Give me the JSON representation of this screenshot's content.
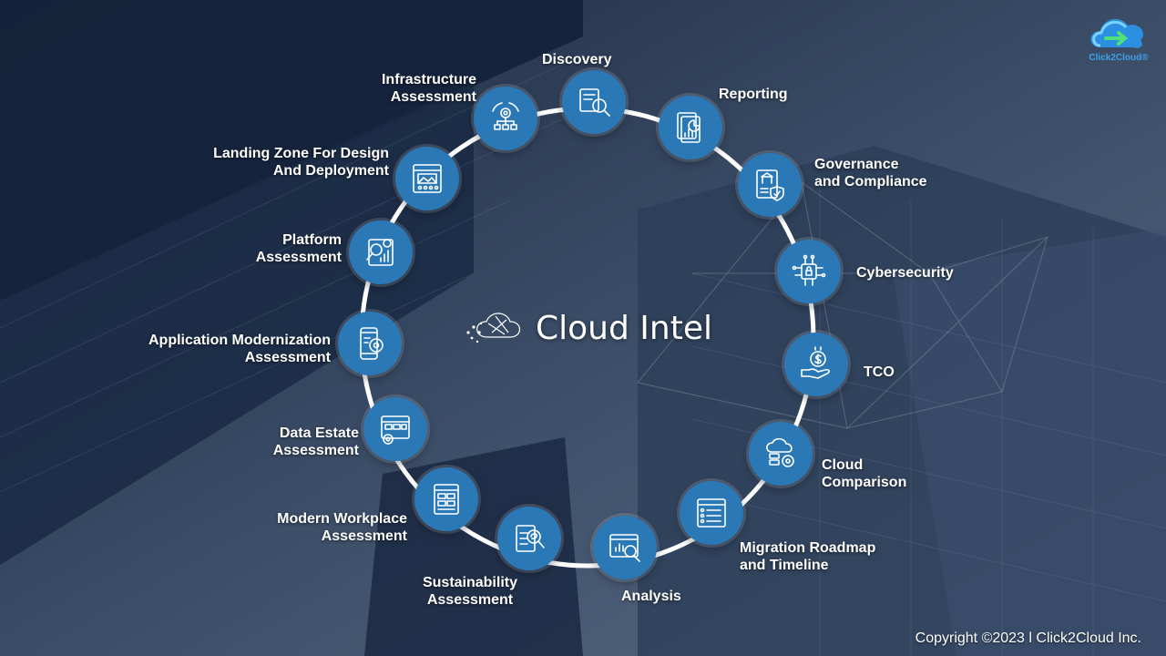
{
  "title": "Cloud Intel",
  "brand": "Click2Cloud®",
  "copyright": "Copyright ©2023 l Click2Cloud Inc.",
  "colors": {
    "node": "#2a78b5",
    "ring": "#ffffff",
    "background": "#2a3a52",
    "brand": "#3fa2e8"
  },
  "items": [
    {
      "lines": [
        "Discovery"
      ],
      "icon": "discovery-icon"
    },
    {
      "lines": [
        "Reporting"
      ],
      "icon": "reporting-icon"
    },
    {
      "lines": [
        "Governance",
        "and Compliance"
      ],
      "icon": "governance-icon"
    },
    {
      "lines": [
        "Cybersecurity"
      ],
      "icon": "cybersecurity-icon"
    },
    {
      "lines": [
        "TCO"
      ],
      "icon": "tco-icon"
    },
    {
      "lines": [
        "Cloud",
        "Comparison"
      ],
      "icon": "cloud-comparison-icon"
    },
    {
      "lines": [
        "Migration Roadmap",
        "and Timeline"
      ],
      "icon": "migration-roadmap-icon"
    },
    {
      "lines": [
        "Analysis"
      ],
      "icon": "analysis-icon"
    },
    {
      "lines": [
        "Sustainability",
        "Assessment"
      ],
      "icon": "sustainability-icon"
    },
    {
      "lines": [
        "Modern Workplace",
        "Assessment"
      ],
      "icon": "modern-workplace-icon"
    },
    {
      "lines": [
        "Data Estate",
        "Assessment"
      ],
      "icon": "data-estate-icon"
    },
    {
      "lines": [
        "Application Modernization",
        "Assessment"
      ],
      "icon": "app-modernization-icon"
    },
    {
      "lines": [
        "Platform",
        "Assessment"
      ],
      "icon": "platform-icon"
    },
    {
      "lines": [
        "Landing Zone For Design",
        "And Deployment"
      ],
      "icon": "landing-zone-icon"
    },
    {
      "lines": [
        "Infrastructure",
        "Assessment"
      ],
      "icon": "infrastructure-icon"
    }
  ]
}
